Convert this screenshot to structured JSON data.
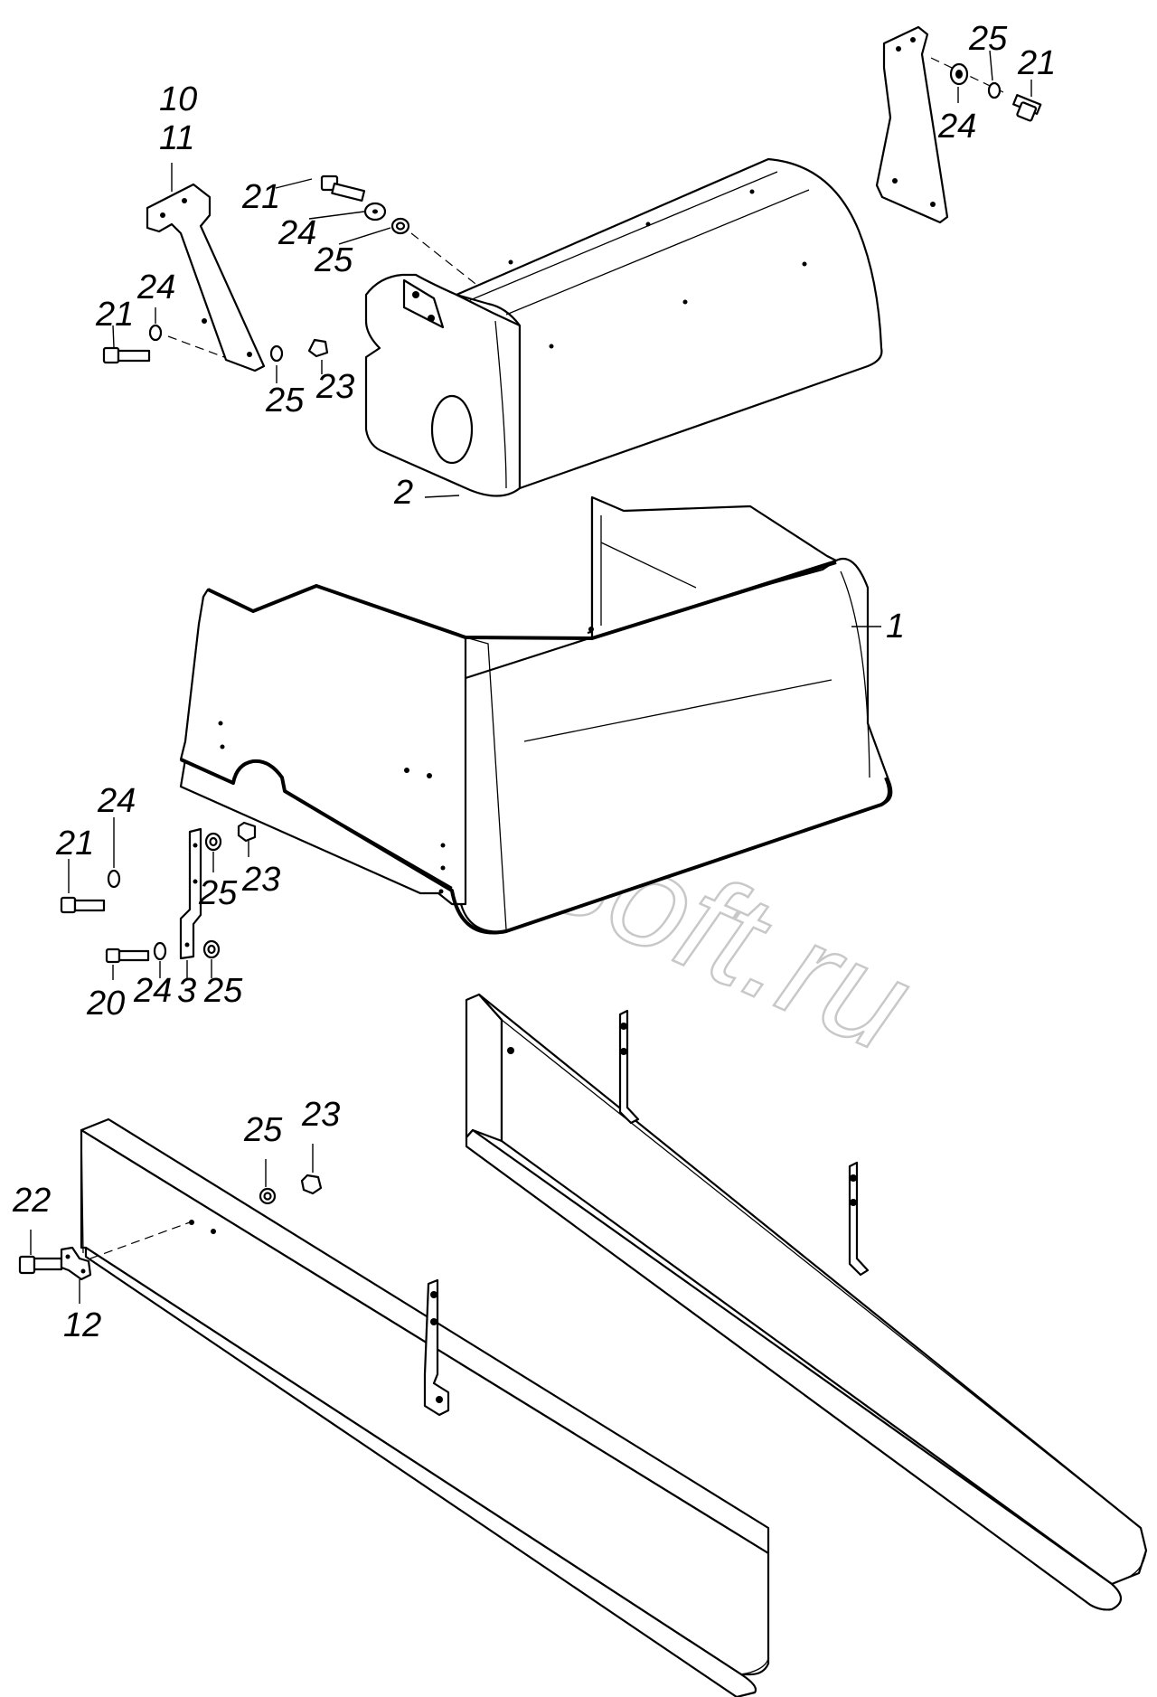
{
  "watermark": "AutoSoft.ru",
  "callouts": [
    {
      "id": "c10",
      "text": "10"
    },
    {
      "id": "c11",
      "text": "11"
    },
    {
      "id": "c21a",
      "text": "21"
    },
    {
      "id": "c24a",
      "text": "24"
    },
    {
      "id": "c23a",
      "text": "23"
    },
    {
      "id": "c25a",
      "text": "25"
    },
    {
      "id": "c21b",
      "text": "21"
    },
    {
      "id": "c24b",
      "text": "24"
    },
    {
      "id": "c25b",
      "text": "25"
    },
    {
      "id": "c2",
      "text": "2"
    },
    {
      "id": "c25c",
      "text": "25"
    },
    {
      "id": "c21c",
      "text": "21"
    },
    {
      "id": "c24c",
      "text": "24"
    },
    {
      "id": "c1",
      "text": "1"
    },
    {
      "id": "c24d",
      "text": "24"
    },
    {
      "id": "c21d",
      "text": "21"
    },
    {
      "id": "c25d",
      "text": "25"
    },
    {
      "id": "c23d",
      "text": "23"
    },
    {
      "id": "c20",
      "text": "20"
    },
    {
      "id": "c24e",
      "text": "24"
    },
    {
      "id": "c3",
      "text": "3"
    },
    {
      "id": "c25e",
      "text": "25"
    },
    {
      "id": "c25f",
      "text": "25"
    },
    {
      "id": "c23f",
      "text": "23"
    },
    {
      "id": "c22",
      "text": "22"
    },
    {
      "id": "c12",
      "text": "12"
    }
  ]
}
